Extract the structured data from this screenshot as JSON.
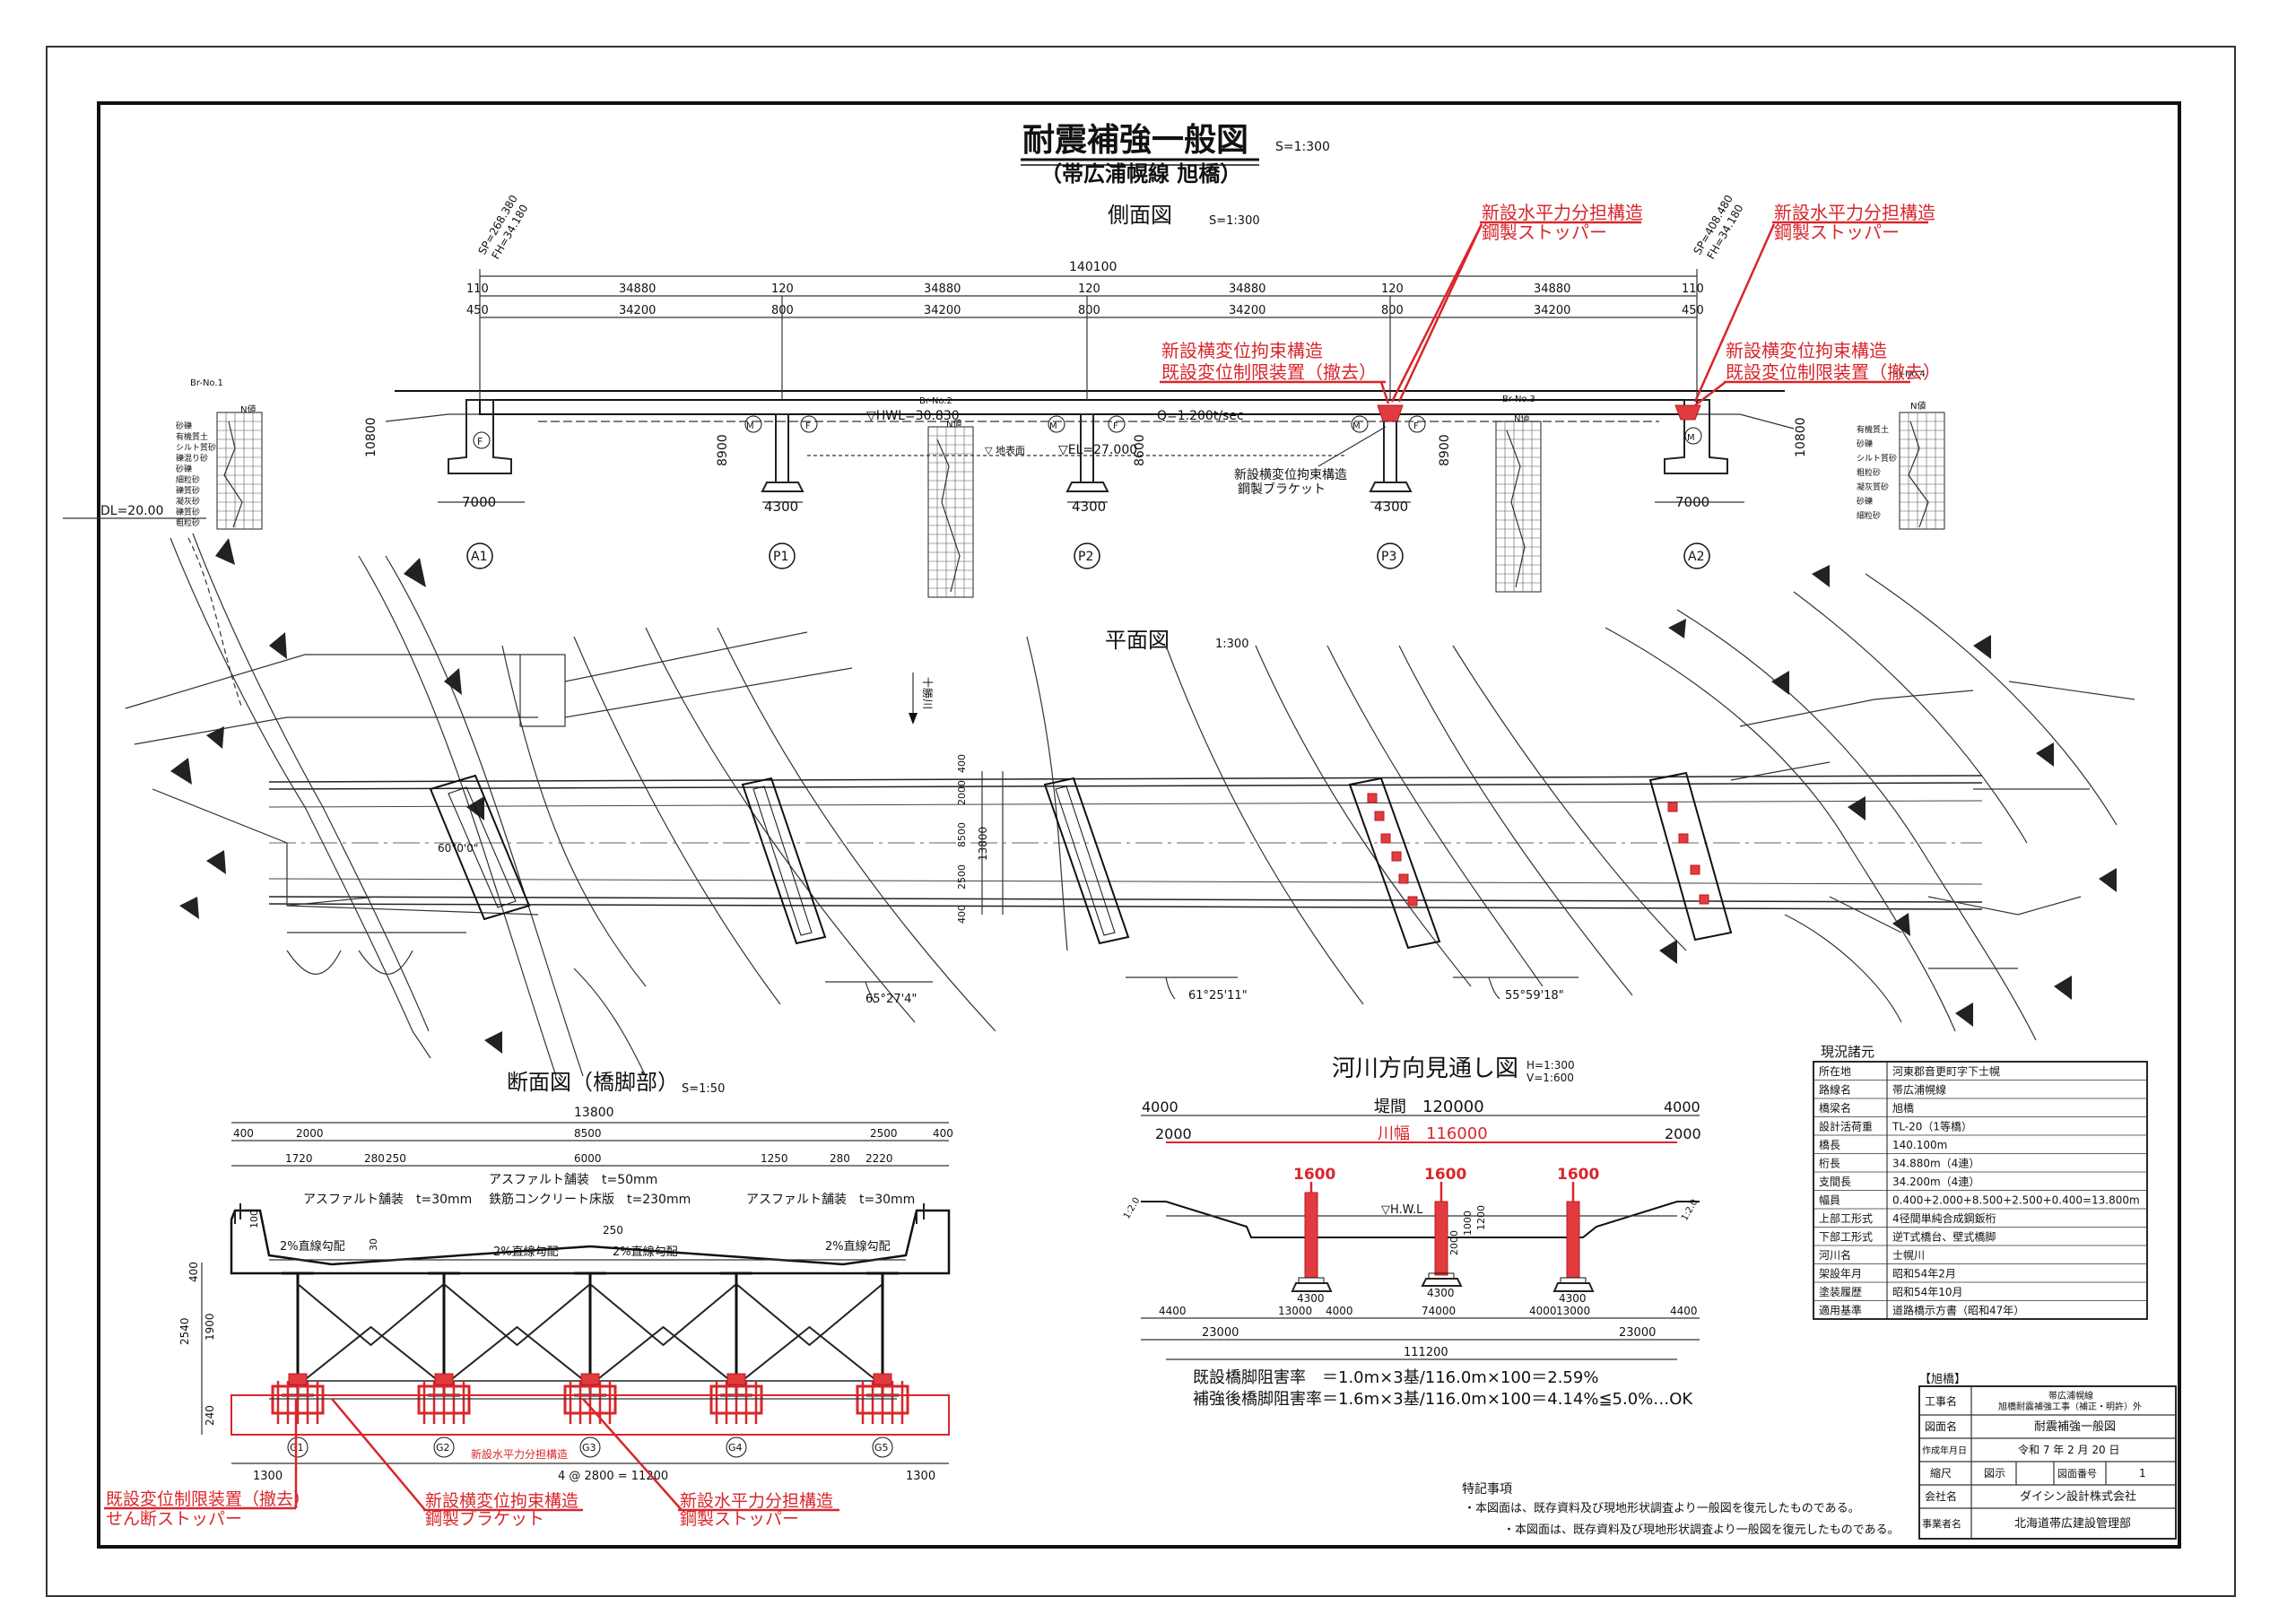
{
  "drawing": {
    "title": "耐震補強一般図",
    "title_scale": "S=1:300",
    "subtitle": "（帯広浦幌線 旭橋）"
  },
  "side_view": {
    "label": "側面図",
    "scale": "S=1:300",
    "total_span": "140100",
    "span_dims_top": [
      "110",
      "34880",
      "120",
      "34880",
      "120",
      "34880",
      "120",
      "34880",
      "110"
    ],
    "span_dims_bottom": [
      "450",
      "34200",
      "800",
      "34200",
      "800",
      "34200",
      "800",
      "34200",
      "450"
    ],
    "sp_left": "SP=268.380",
    "fh_left": "FH=34.180",
    "sp_right": "SP=408.480",
    "fh_right": "FH=34.180",
    "hwl": "▽HWL=30.830",
    "el": "▽EL=27.000",
    "flow": "Q=1.200t/sec",
    "dl": "DL=20.00",
    "heights": [
      "10800",
      "8900",
      "8600",
      "8900",
      "10800"
    ],
    "footings": [
      "7000",
      "4300",
      "4300",
      "4300",
      "7000"
    ],
    "supports": [
      "A1",
      "P1",
      "P2",
      "P3",
      "A2"
    ],
    "bracket_note_1": "新設横変位拘束構造",
    "bracket_note_2": "鋼製ブラケット",
    "br_labels": [
      "Br-No.1",
      "Br-No.2",
      "Br-No.3",
      "Br-No.4"
    ],
    "soil_left": [
      "砂礫",
      "有機質土",
      "シルト質砂",
      "礫混り砂",
      "砂礫",
      "細粒砂",
      "礫質砂",
      "凝灰砂",
      "礫質砂",
      "粗粒砂"
    ],
    "soil_right": [
      "有機質土",
      "砂礫",
      "シルト質砂",
      "粗粒砂",
      "凝灰質砂",
      "砂礫",
      "細粒砂"
    ],
    "n_label": "N値",
    "water_level_label": "▽ 地表面"
  },
  "callouts": {
    "stopper_left_1": "新設水平力分担構造",
    "stopper_left_2": "鋼製ストッパー",
    "stopper_right_1": "新設水平力分担構造",
    "stopper_right_2": "鋼製ストッパー",
    "restraint_left_1": "新設横変位拘束構造",
    "restraint_left_2": "既設変位制限装置（撤去）",
    "restraint_right_1": "新設横変位拘束構造",
    "restraint_right_2": "既設変位制限装置（撤去）"
  },
  "plan_view": {
    "label": "平面図",
    "scale": "1:300",
    "river": "十勝川",
    "angles": [
      "60°0'0\"",
      "65°27'4\"",
      "61°25'11\"",
      "55°59'18\""
    ],
    "widths": [
      "400",
      "2000",
      "8500",
      "2500",
      "400"
    ],
    "total_width": "13800"
  },
  "section": {
    "label": "断面図（橋脚部）",
    "scale": "S=1:50",
    "total": "13800",
    "top_dims": [
      "400",
      "2000",
      "8500",
      "2500",
      "400"
    ],
    "sub_dims": [
      "1720",
      "280",
      "250",
      "6000",
      "1250",
      "280",
      "2220"
    ],
    "asphalt_left": "アスファルト舗装　t=30mm",
    "asphalt_center": "アスファルト舗装　t=50mm",
    "concrete_deck": "鉄筋コンクリート床版　t=230mm",
    "asphalt_right": "アスファルト舗装　t=30mm",
    "slope_1": "2%直線勾配",
    "slope_2": "2%直線勾配",
    "slope_3": "2%直線勾配",
    "slope_4": "2%直線勾配",
    "deck_gap": "250",
    "heights": [
      "400",
      "2540",
      "1900",
      "240"
    ],
    "girders": [
      "G1",
      "G2",
      "G3",
      "G4",
      "G5"
    ],
    "spacing": "4 @ 2800 = 11200",
    "edge_left": "1300",
    "edge_right": "1300",
    "dim_100": "100",
    "dim_30": "30",
    "inline_note": "新設水平力分担構造",
    "note_a_1": "既設変位制限装置（撤去）",
    "note_a_2": "せん断ストッパー",
    "note_b_1": "新設横変位拘束構造",
    "note_b_2": "鋼製ブラケット",
    "note_c_1": "新設水平力分担構造",
    "note_c_2": "鋼製ストッパー"
  },
  "river_view": {
    "label": "河川方向見通し図",
    "scale_h": "H=1:300",
    "scale_v": "V=1:600",
    "dike": "堤間　120000",
    "river_width": "川幅　116000",
    "side_4000_left": "4000",
    "side_4000_right": "4000",
    "side_2000_left": "2000",
    "side_2000_right": "2000",
    "piers_new": [
      "1600",
      "1600",
      "1600"
    ],
    "hwl": "▽H.W.L",
    "footings": [
      "4300",
      "4300",
      "4300"
    ],
    "bottom_dims": [
      "4400",
      "13000",
      "4000",
      "74000",
      "4000",
      "13000",
      "4400"
    ],
    "outer_dims": [
      "23000",
      "23000"
    ],
    "total": "111200",
    "slope_label": "1:2.0",
    "pier_heights": [
      "1000",
      "2000",
      "1200"
    ],
    "ratio_before": "既設橋脚阻害率　＝1.0m×3基/116.0m×100＝2.59%",
    "ratio_after": "補強後橋脚阻害率＝1.6m×3基/116.0m×100＝4.14%≦5.0%…OK"
  },
  "specs": {
    "title": "現況諸元",
    "rows": [
      {
        "k": "所在地",
        "v": "河東郡音更町字下士幌"
      },
      {
        "k": "路線名",
        "v": "帯広浦幌線"
      },
      {
        "k": "橋梁名",
        "v": "旭橋"
      },
      {
        "k": "設計活荷重",
        "v": "TL-20（1等橋）"
      },
      {
        "k": "橋長",
        "v": "140.100m"
      },
      {
        "k": "桁長",
        "v": "34.880m（4連）"
      },
      {
        "k": "支間長",
        "v": "34.200m（4連）"
      },
      {
        "k": "幅員",
        "v": "0.400+2.000+8.500+2.500+0.400=13.800m"
      },
      {
        "k": "上部工形式",
        "v": "4径間単純合成鋼鈑桁"
      },
      {
        "k": "下部工形式",
        "v": "逆T式橋台、壁式橋脚"
      },
      {
        "k": "河川名",
        "v": "士幌川"
      },
      {
        "k": "架設年月",
        "v": "昭和54年2月"
      },
      {
        "k": "塗装履歴",
        "v": "昭和54年10月"
      },
      {
        "k": "適用基準",
        "v": "道路橋示方書（昭和47年）"
      }
    ]
  },
  "notes": {
    "title": "特記事項",
    "line1": "・本図面は、既存資料及び現地形状調査より一般図を復元したものである。",
    "line2": "・本図面は、既存資料及び現地形状調査より一般図を復元したものである。"
  },
  "title_block": {
    "tag": "【旭橋】",
    "project_label": "工事名",
    "project_1": "帯広浦幌線",
    "project_2": "旭橋耐震補強工事（補正・明許）外",
    "drawing_label": "図面名",
    "drawing_value": "耐震補強一般図",
    "date_label": "作成年月日",
    "date_value": "令和 7 年 2 月 20 日",
    "scale_label": "縮尺",
    "scale_value": "図示",
    "no_label": "図面番号",
    "no_value": "1",
    "company_label": "会社名",
    "company_value": "ダイシン設計株式会社",
    "owner_label": "事業者名",
    "owner_value": "北海道帯広建設管理部"
  }
}
